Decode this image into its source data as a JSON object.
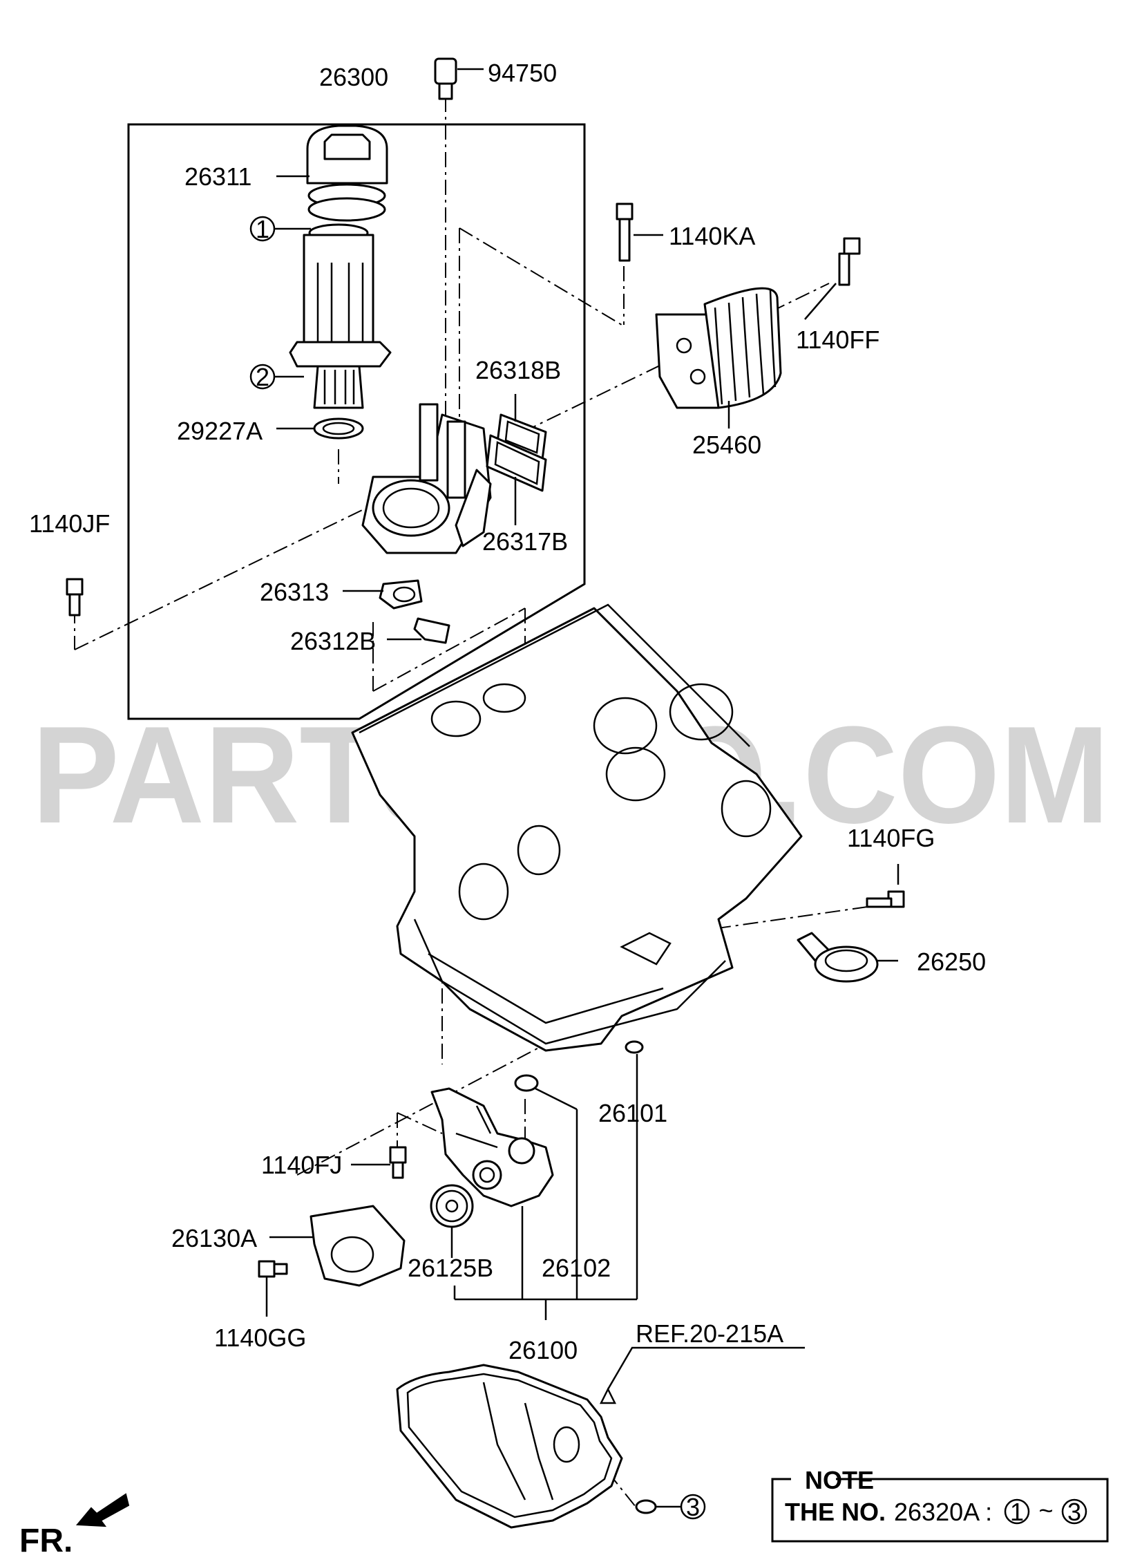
{
  "watermark": "PARTSOUQ.COM",
  "labels": {
    "p26300": "26300",
    "p94750": "94750",
    "p26311": "26311",
    "p1140KA": "1140KA",
    "p1140FF": "1140FF",
    "p26318B": "26318B",
    "p29227A": "29227A",
    "p25460": "25460",
    "p1140JF": "1140JF",
    "p26317B": "26317B",
    "p26313": "26313",
    "p26312B": "26312B",
    "p1140FG": "1140FG",
    "p26250": "26250",
    "p26101": "26101",
    "p1140FJ": "1140FJ",
    "p26130A": "26130A",
    "p26125B": "26125B",
    "p26102": "26102",
    "p1140GG": "1140GG",
    "p26100": "26100",
    "ref": "REF.20-215A"
  },
  "callouts": {
    "c1": "1",
    "c2": "2",
    "c3": "3"
  },
  "note": {
    "title": "NOTE",
    "prefix": "THE NO.",
    "part": "26320A :",
    "from": "1",
    "tilde": "~",
    "to": "3"
  },
  "front_marker": "FR."
}
